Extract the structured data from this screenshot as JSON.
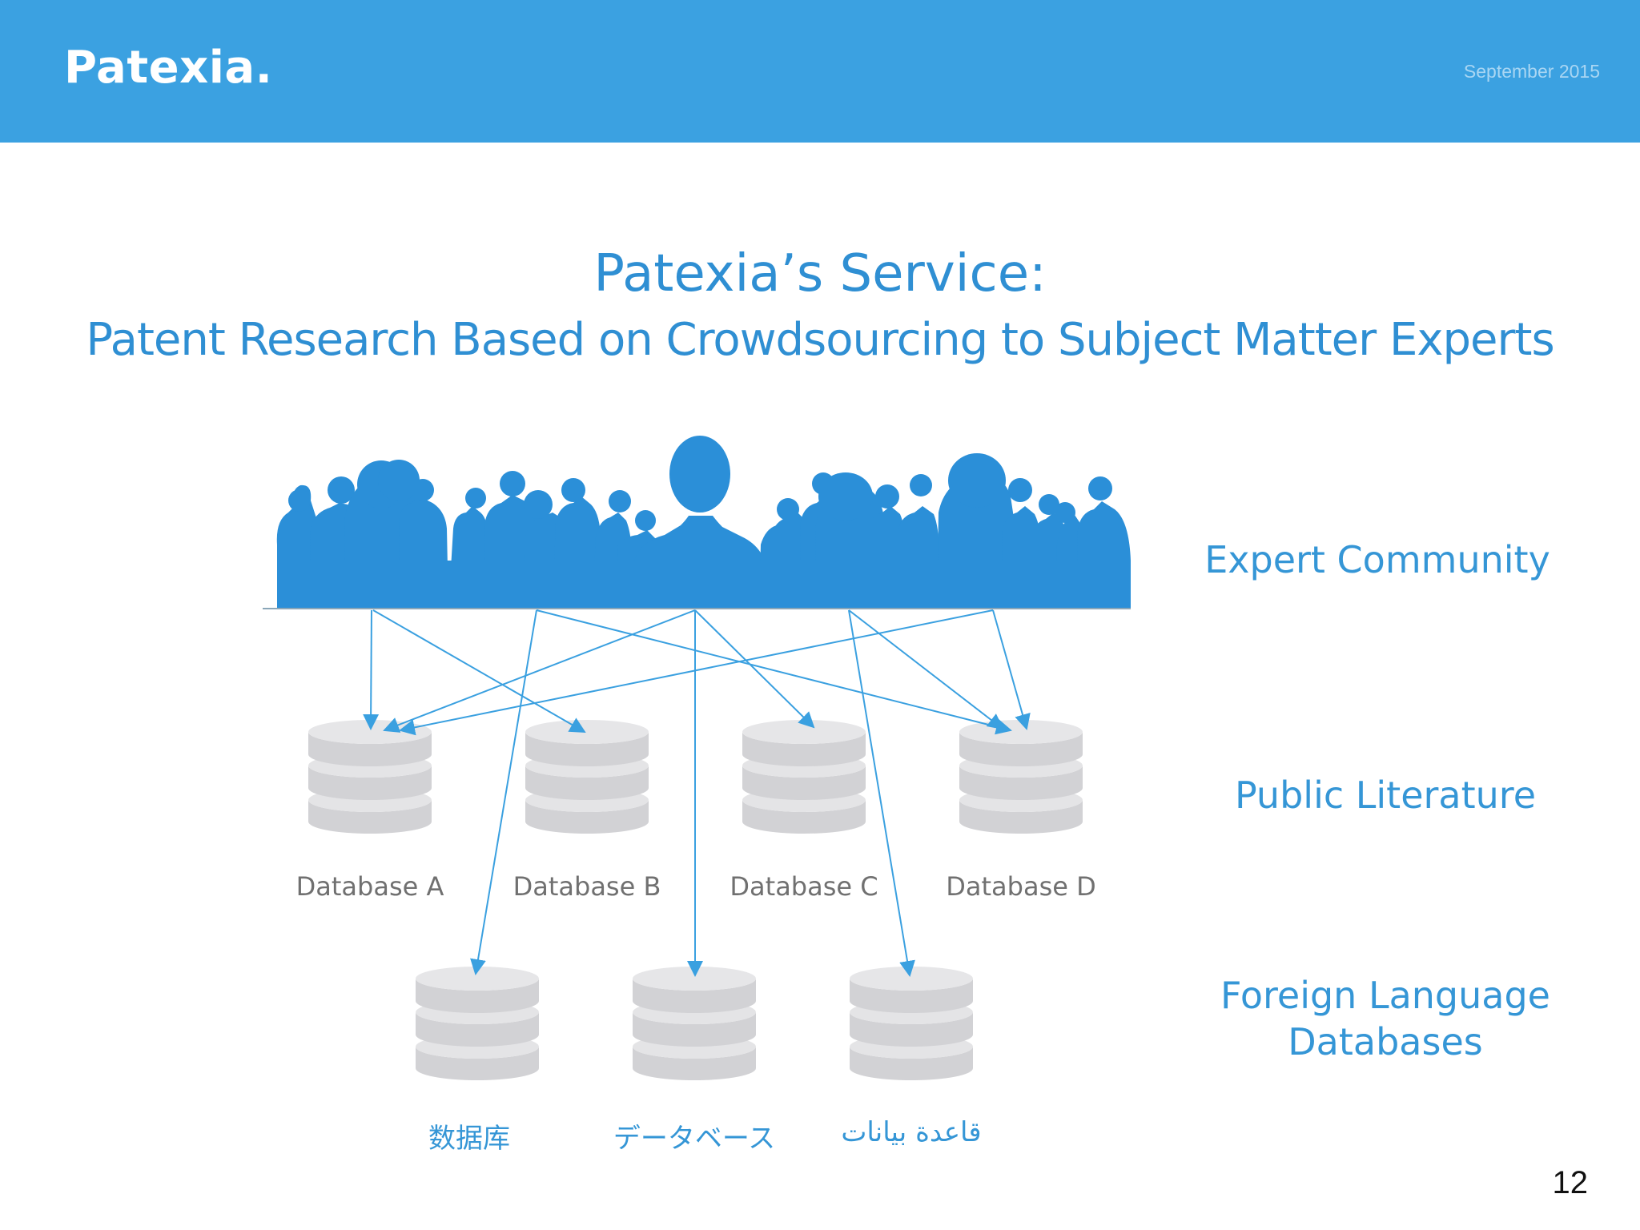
{
  "header": {
    "brand": "Patexia.",
    "date": "September 2015"
  },
  "title": "Patexia’s Service:",
  "subtitle": "Patent Research Based on Crowdsourcing to Subject Matter Experts",
  "levels": {
    "expert": "Expert Community",
    "public": "Public Literature",
    "foreign_line1": "Foreign Language",
    "foreign_line2": "Databases"
  },
  "public_databases": [
    "Database A",
    "Database B",
    "Database C",
    "Database D"
  ],
  "foreign_databases": [
    "数据库",
    "データベース",
    "قاعدة بيانات"
  ],
  "colors": {
    "header": "#3ba1e1",
    "accent": "#2f8fd3",
    "crowd": "#2b8fd8",
    "database": "#d3d3d6"
  },
  "page_number": "12"
}
